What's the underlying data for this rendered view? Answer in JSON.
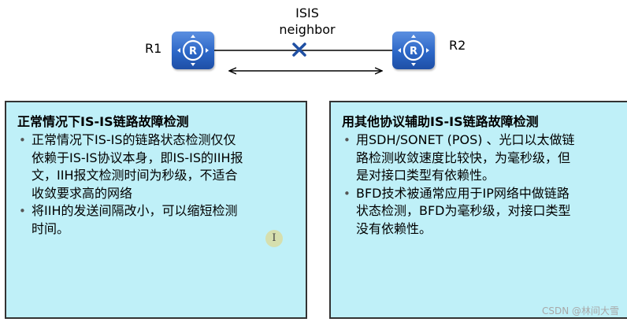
{
  "topology": {
    "r1_label": "R1",
    "r2_label": "R2",
    "neighbor_label_line1": "ISIS",
    "neighbor_label_line2": "neighbor",
    "router_icon": "router-icon",
    "failure_icon": "x-mark-icon",
    "router_color": "#2c67c7",
    "failure_color": "#1f4fa3"
  },
  "left_panel": {
    "title": "正常情况下IS-IS链路故障检测",
    "bullets": [
      {
        "lines": [
          "正常情况下IS-IS的链路状态检测仅仅",
          "依赖于IS-IS协议本身，即IS-IS的IIH报",
          "文，IIH报文检测时间为秒级，不适合",
          "收敛要求高的网络"
        ]
      },
      {
        "lines": [
          "将IIH的发送间隔改小，可以缩短检测",
          "时间。"
        ]
      }
    ]
  },
  "right_panel": {
    "title": "用其他协议辅助IS-IS链路故障检测",
    "bullets": [
      {
        "lines": [
          "用SDH/SONET (POS) 、光口以太做链",
          "路检测收敛速度比较快，为毫秒级，但",
          "是对接口类型有依赖性。"
        ]
      },
      {
        "lines": [
          "BFD技术被通常应用于IP网络中做链路",
          "状态检测，BFD为毫秒级，对接口类型",
          "没有依赖性。"
        ]
      }
    ]
  },
  "cursor_text": "I",
  "watermark": "CSDN @林间大雪",
  "colors": {
    "panel_background": "#bff0f8",
    "panel_border": "#333333"
  }
}
